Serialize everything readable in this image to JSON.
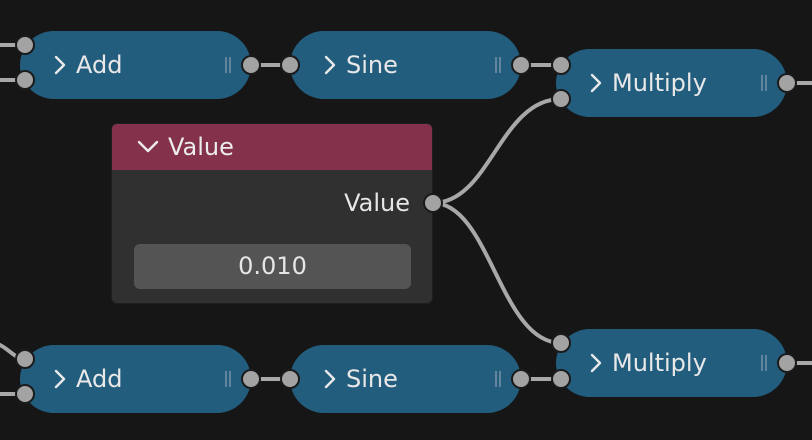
{
  "colors": {
    "background": "#161616",
    "node_math": "#235d7e",
    "node_input_header": "#84324c",
    "node_body": "#303030",
    "socket": "#a3a3a3",
    "link": "#a8a8a8"
  },
  "nodes": {
    "add_top": {
      "label": "Add",
      "collapsed": true,
      "icon": "chevron-right-icon"
    },
    "sine_top": {
      "label": "Sine",
      "collapsed": true,
      "icon": "chevron-right-icon"
    },
    "multiply_top": {
      "label": "Multiply",
      "collapsed": true,
      "icon": "chevron-right-icon"
    },
    "add_bottom": {
      "label": "Add",
      "collapsed": true,
      "icon": "chevron-right-icon"
    },
    "sine_bottom": {
      "label": "Sine",
      "collapsed": true,
      "icon": "chevron-right-icon"
    },
    "multiply_bottom": {
      "label": "Multiply",
      "collapsed": true,
      "icon": "chevron-right-icon"
    },
    "value": {
      "title": "Value",
      "collapsed": false,
      "icon": "chevron-down-icon",
      "output_label": "Value",
      "field_value": "0.010"
    }
  }
}
